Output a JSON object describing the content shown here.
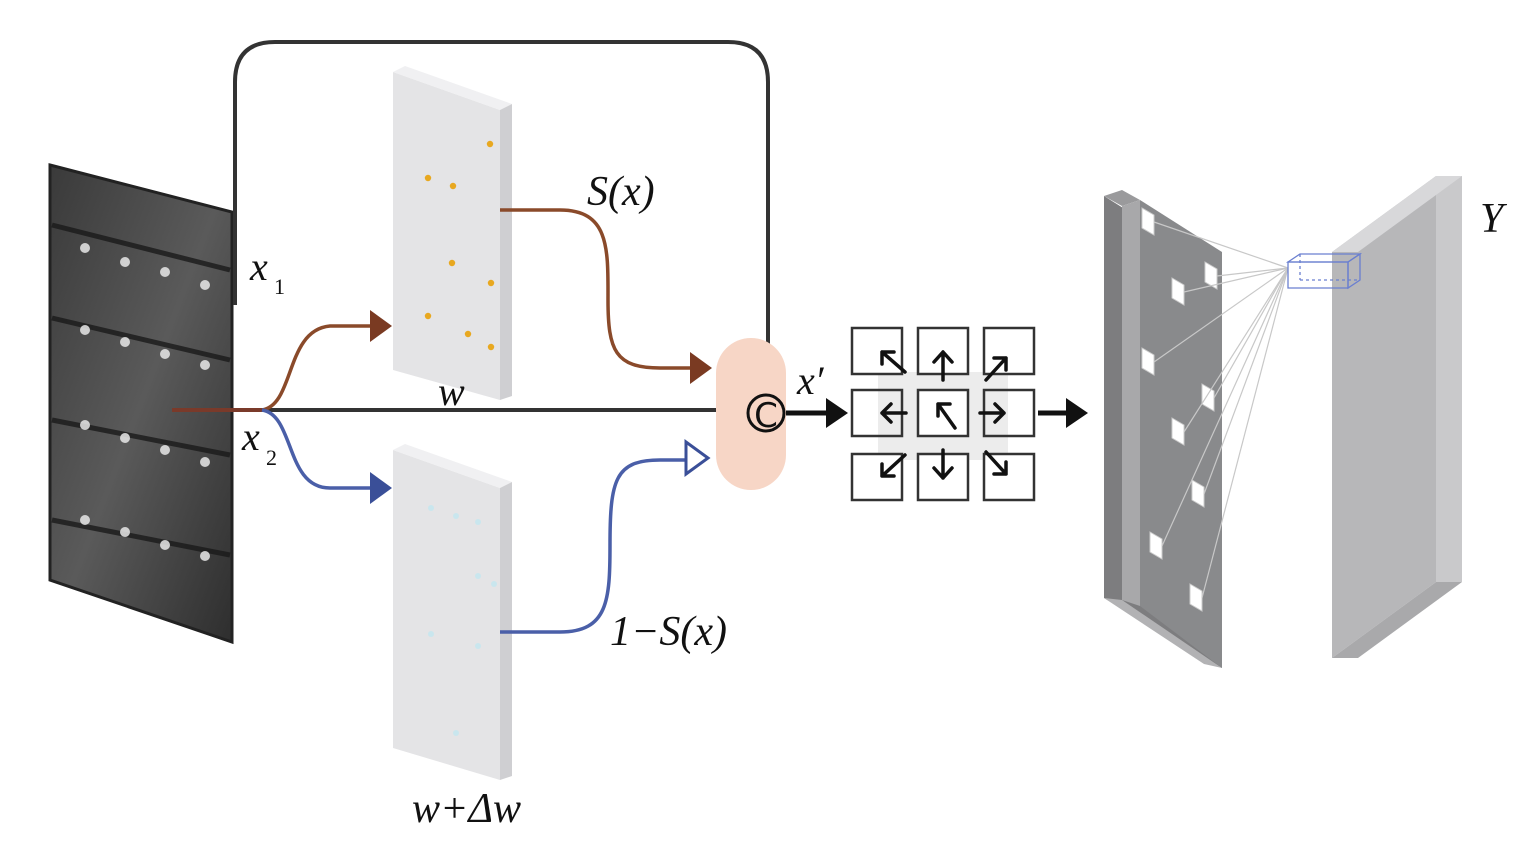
{
  "labels": {
    "x1_base": "x",
    "x1_sub": "1",
    "x2_base": "x",
    "x2_sub": "2",
    "s_of_x": "S(x)",
    "one_minus_s": "1−S(x)",
    "w": "w",
    "w_plus_dw": "w+Δw",
    "x_prime": "x′",
    "concat_symbol": "C",
    "output": "Y"
  },
  "colors": {
    "upper_branch": "#8a4a2a",
    "lower_branch": "#4a5fa8",
    "main_path": "#333333",
    "concat_bg": "#f7d6c6",
    "panel_fill": "#e2e2e4",
    "dot_upper": "#e8a820",
    "dot_lower": "#c9e6ee"
  },
  "icons": {
    "input": "input-image-icon",
    "deform_grid": "deformable-conv-arrows-icon",
    "output_block": "output-feature-map-icon"
  }
}
